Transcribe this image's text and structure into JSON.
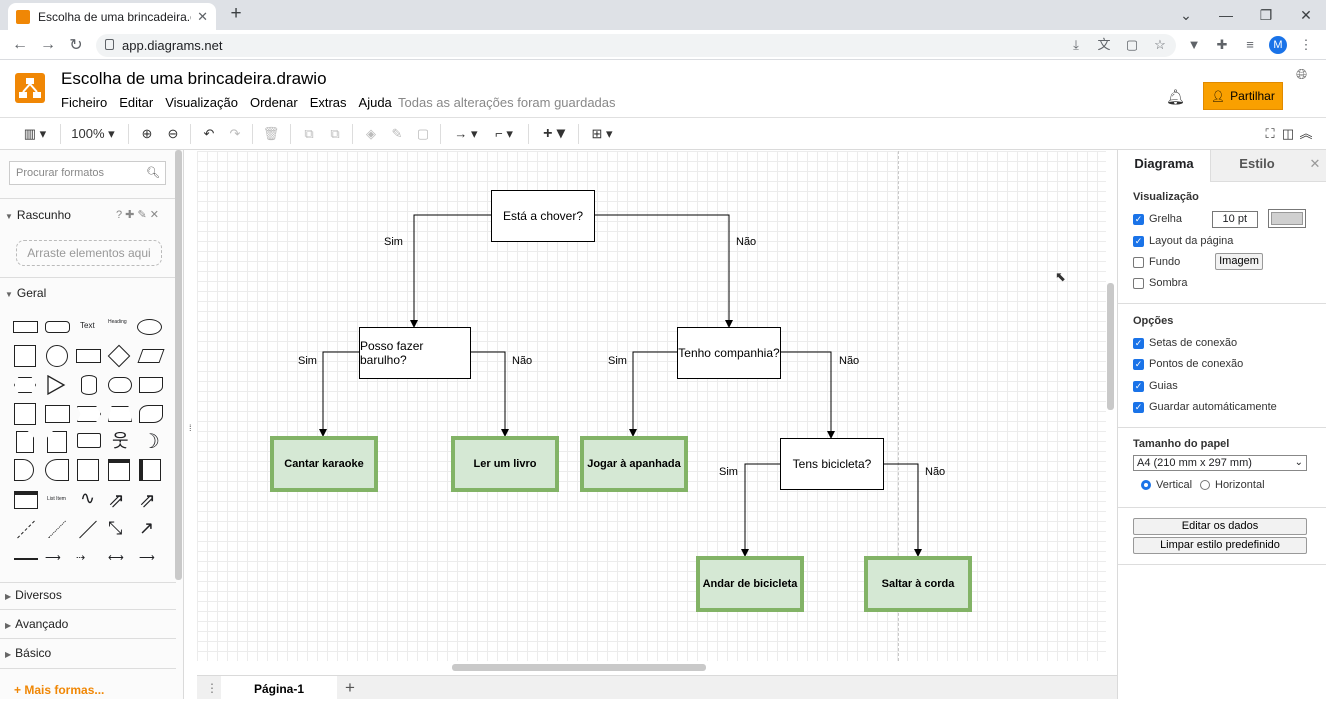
{
  "browser": {
    "tab_title": "Escolha de uma brincadeira.drawio",
    "url": "app.diagrams.net",
    "avatar_letter": "M"
  },
  "app": {
    "title": "Escolha de uma brincadeira.drawio",
    "menu": [
      "Ficheiro",
      "Editar",
      "Visualização",
      "Ordenar",
      "Extras",
      "Ajuda"
    ],
    "saved_status": "Todas as alterações foram guardadas",
    "share_label": "Partilhar",
    "accent": "#f08705"
  },
  "toolbar": {
    "zoom": "100%"
  },
  "left_panel": {
    "search_placeholder": "Procurar formatos",
    "scratchpad": "Rascunho",
    "drop_here": "Arraste elementos aqui",
    "general": "Geral",
    "shape_text": "Text",
    "shape_heading": "Heading",
    "shape_list_item": "List Item",
    "sections": [
      "Diversos",
      "Avançado",
      "Básico"
    ],
    "more_shapes": "+ Mais formas..."
  },
  "diagram": {
    "nodes": {
      "root": "Está a chover?",
      "noise": "Posso fazer barulho?",
      "company": "Tenho companhia?",
      "bike": "Tens bicicleta?"
    },
    "leaves": {
      "karaoke": "Cantar karaoke",
      "book": "Ler um livro",
      "tag": "Jogar à apanhada",
      "ride": "Andar de bicicleta",
      "rope": "Saltar à corda"
    },
    "edge_labels": {
      "yes": "Sim",
      "no": "Não"
    },
    "leaf_fill": "#d5e8d4",
    "leaf_stroke": "#82b366"
  },
  "page_tabs": {
    "current": "Página-1"
  },
  "right_panel": {
    "tab_diagram": "Diagrama",
    "tab_style": "Estilo",
    "view_header": "Visualização",
    "grid": "Grelha",
    "grid_size": "10 pt",
    "page_layout": "Layout da página",
    "background": "Fundo",
    "image_button": "Imagem",
    "shadow": "Sombra",
    "options_header": "Opções",
    "connection_arrows": "Setas de conexão",
    "connection_points": "Pontos de conexão",
    "guides": "Guias",
    "autosave": "Guardar automáticamente",
    "paper_size_header": "Tamanho do papel",
    "paper_size": "A4 (210 mm x 297 mm)",
    "portrait": "Vertical",
    "landscape": "Horizontal",
    "edit_data": "Editar os dados",
    "clear_style": "Limpar estilo predefinido"
  }
}
